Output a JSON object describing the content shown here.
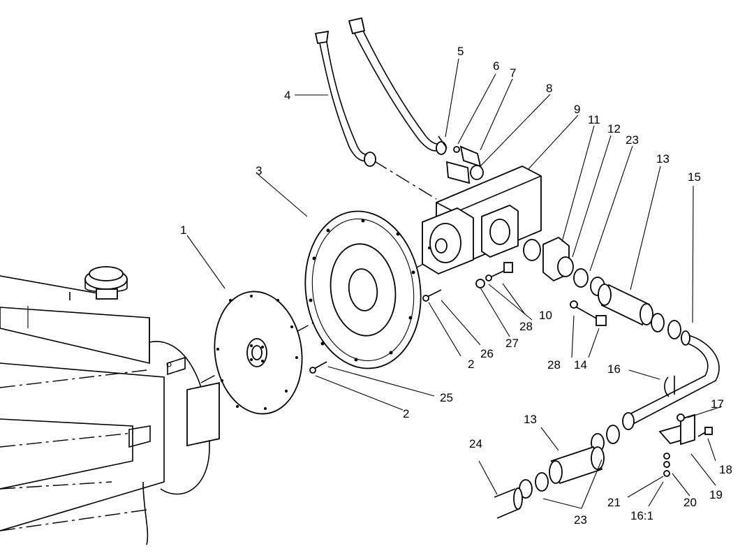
{
  "callouts": [
    {
      "id": "c1",
      "text": "1"
    },
    {
      "id": "c2a",
      "text": "2"
    },
    {
      "id": "c2b",
      "text": "2"
    },
    {
      "id": "c3",
      "text": "3"
    },
    {
      "id": "c4",
      "text": "4"
    },
    {
      "id": "c5",
      "text": "5"
    },
    {
      "id": "c6",
      "text": "6"
    },
    {
      "id": "c7",
      "text": "7"
    },
    {
      "id": "c8",
      "text": "8"
    },
    {
      "id": "c9",
      "text": "9"
    },
    {
      "id": "c10",
      "text": "10"
    },
    {
      "id": "c11",
      "text": "11"
    },
    {
      "id": "c12",
      "text": "12"
    },
    {
      "id": "c13a",
      "text": "13"
    },
    {
      "id": "c13b",
      "text": "13"
    },
    {
      "id": "c14",
      "text": "14"
    },
    {
      "id": "c15",
      "text": "15"
    },
    {
      "id": "c16",
      "text": "16"
    },
    {
      "id": "c16b",
      "text": "16:1"
    },
    {
      "id": "c17",
      "text": "17"
    },
    {
      "id": "c18",
      "text": "18"
    },
    {
      "id": "c19",
      "text": "19"
    },
    {
      "id": "c20",
      "text": "20"
    },
    {
      "id": "c21",
      "text": "21"
    },
    {
      "id": "c23a",
      "text": "23"
    },
    {
      "id": "c23b",
      "text": "23"
    },
    {
      "id": "c24",
      "text": "24"
    },
    {
      "id": "c25",
      "text": "25"
    },
    {
      "id": "c26",
      "text": "26"
    },
    {
      "id": "c27",
      "text": "27"
    },
    {
      "id": "c28a",
      "text": "28"
    },
    {
      "id": "c28b",
      "text": "28"
    }
  ]
}
